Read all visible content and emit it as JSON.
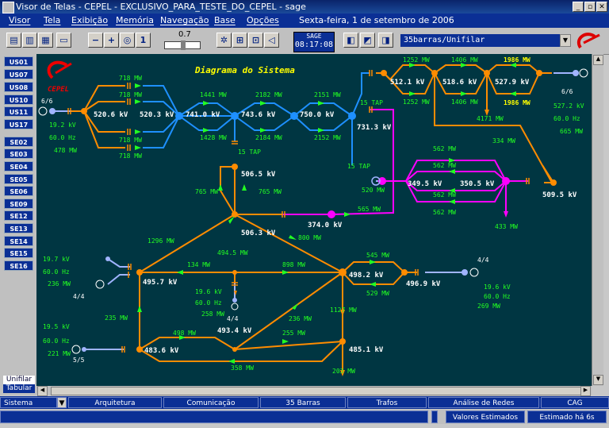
{
  "window": {
    "title": "Visor de Telas - CEPEL - EXCLUSIVO_PARA_TESTE_DO_CEPEL  - sage"
  },
  "menu": {
    "items": [
      "Visor",
      "Tela",
      "Exibição",
      "Memória",
      "Navegação",
      "Base",
      "Opções"
    ],
    "date": "Sexta-feira, 1 de setembro de 2006"
  },
  "toolbar": {
    "zoom": "0.7",
    "clock_brand": "SAGE",
    "clock_time": "08:17:08",
    "display": "35barras/Unifilar"
  },
  "sidebar": {
    "items": [
      "US01",
      "US07",
      "US08",
      "US10",
      "US11",
      "US17",
      "SE02",
      "SE03",
      "SE04",
      "SE05",
      "SE06",
      "SE09",
      "SE12",
      "SE13",
      "SE14",
      "SE15",
      "SE16"
    ],
    "tabs": [
      "Unifilar",
      "Tabular"
    ]
  },
  "diagram": {
    "title": "Diagrama do Sistema",
    "logo": "CEPEL",
    "labels": {
      "l718a": "718 MW",
      "l718b": "718 MW",
      "l718c": "718 MW",
      "l718d": "718 MW",
      "l1441": "1441 MW",
      "l1428": "1428 MW",
      "l2182": "2182 MW",
      "l2184": "2184 MW",
      "l2151": "2151 MW",
      "l2152": "2152 MW",
      "l1252a": "1252 MW",
      "l1252b": "1252 MW",
      "l1406a": "1406 MW",
      "l1406b": "1406 MW",
      "l1986a": "1986 MW",
      "l1986b": "1986 MW",
      "l4171": "4171 MW",
      "l334": "334 MW",
      "l562a": "562 MW",
      "l562b": "562 MW",
      "l562c": "562 MW",
      "l562d": "562 MW",
      "l433": "433 MW",
      "l765a": "765 MW",
      "l765b": "765 MW",
      "l565": "565 MW",
      "l800": "800 MW",
      "l1296": "1296 MW",
      "l494": "494.5 MW",
      "l134": "134 MW",
      "l898": "898 MW",
      "l545": "545 MW",
      "l529": "529 MW",
      "l1127": "1127 MW",
      "l235": "235 MW",
      "l236": "236 MW",
      "l498": "498 MW",
      "l255": "255 MW",
      "l358": "358 MW",
      "l203": "203 MW",
      "lgen1": "478 MW",
      "lgen2": "520 MW",
      "lgen3": "665 MW",
      "lgen4": "236 MW",
      "lgen5": "258 MW",
      "lgen6": "269 MW",
      "lgen7": "221 MW"
    },
    "voltages": {
      "v2": "520.6 kV",
      "v3": "520.3 kV",
      "v4": "741.0 kV",
      "v5": "743.6 kV",
      "v10": "750.0 kV",
      "v11": "731.3 kV",
      "v14": "512.1 kV",
      "v24": "518.6 kV",
      "v25": "527.9 kV",
      "v15": "506.5 kV",
      "v16": "506.3 kV",
      "v20": "349.5 kV",
      "v21": "350.5 kV",
      "v26": "374.0 kV",
      "v27": "509.5 kV",
      "v17": "495.7 kV",
      "v18": "493.4 kV",
      "v19": "498.2 kV",
      "v22": "496.9 kV",
      "v23": "483.6 kV",
      "v24b": "485.1 kV"
    },
    "gen": {
      "g1v": "19.2 kV",
      "g1f": "60.0 Hz",
      "g1n": "6/6",
      "g2v": "527.2 kV",
      "g2f": "60.0 Hz",
      "g2n": "6/6",
      "g3v": "19.7 kV",
      "g3f": "60.0 Hz",
      "g3n": "4/4",
      "g4v": "19.6 kV",
      "g4f": "60.0 Hz",
      "g4n": "4/4",
      "g5v": "19.6 kV",
      "g5f": "60.0 Hz",
      "g5n": "4/4",
      "g6v": "19.5 kV",
      "g6f": "60.0 Hz",
      "g6n": "5/5"
    },
    "tap": {
      "t1": "15 TAP",
      "t2": "15 TAP",
      "t3": "15 TAP"
    }
  },
  "bottom": {
    "buttons": [
      "Sistema",
      "Arquitetura",
      "Comunicação",
      "35 Barras",
      "Trafos",
      "Análise de Redes",
      "CAG"
    ]
  },
  "status": {
    "estimados": "Valores Estimados",
    "tempo": "Estimado há 6s"
  },
  "colors": {
    "bg": "#003642",
    "blue": "#1e90ff",
    "orange": "#ff8c00",
    "magenta": "#ff00ff",
    "green": "#22ff22",
    "yellow": "#ffff00"
  }
}
